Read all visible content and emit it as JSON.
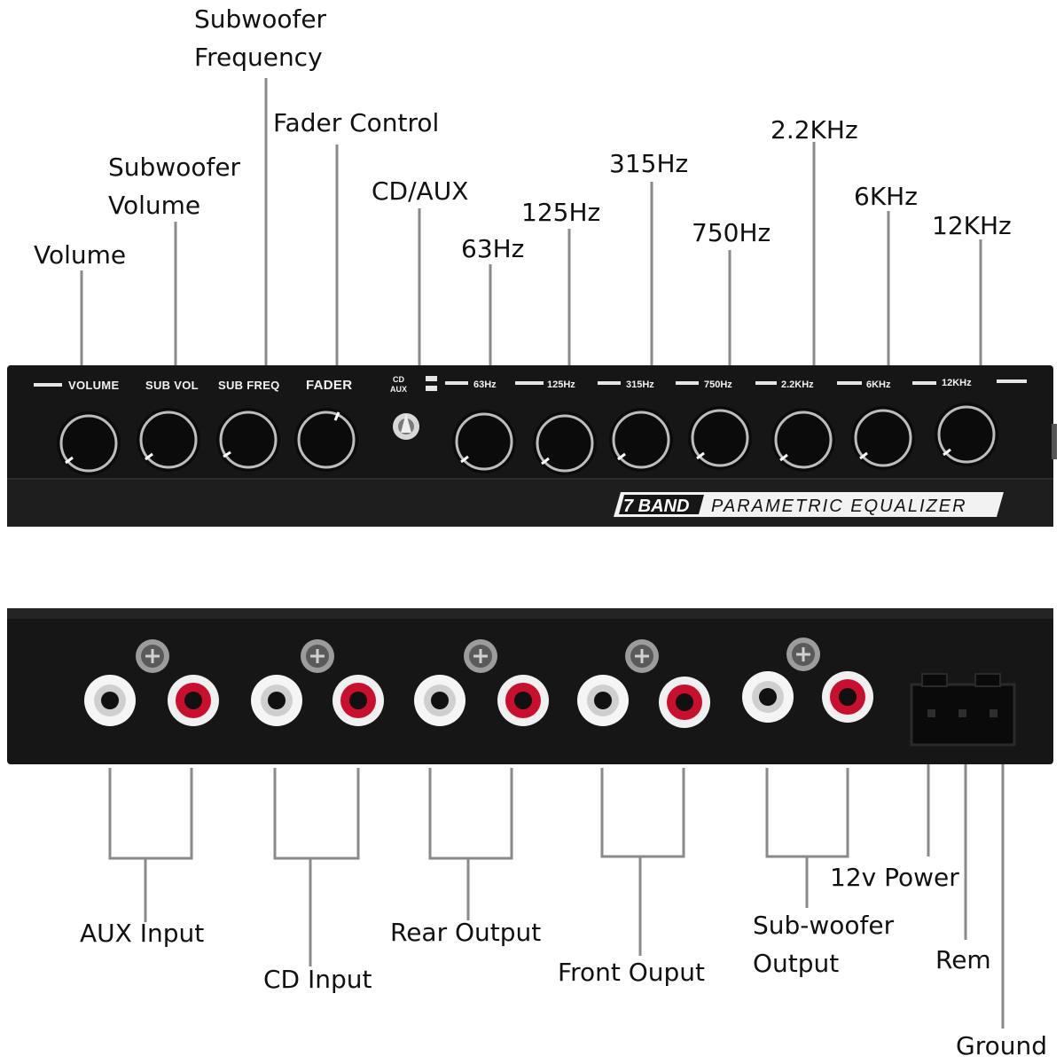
{
  "front_callouts": {
    "volume": "Volume",
    "sub_volume_1": "Subwoofer",
    "sub_volume_2": "Volume",
    "sub_freq_1": "Subwoofer",
    "sub_freq_2": "Frequency",
    "fader": "Fader Control",
    "cd_aux": "CD/AUX",
    "hz63": "63Hz",
    "hz125": "125Hz",
    "hz315": "315Hz",
    "hz750": "750Hz",
    "khz2_2": "2.2KHz",
    "khz6": "6KHz",
    "khz12": "12KHz"
  },
  "front_panel": {
    "volume": "VOLUME",
    "sub_vol": "SUB VOL",
    "sub_freq": "SUB FREQ",
    "fader": "FADER",
    "cd": "CD",
    "aux": "AUX",
    "hz63": "63Hz",
    "hz125": "125Hz",
    "hz315": "315Hz",
    "hz750": "750Hz",
    "khz2_2": "2.2KHz",
    "khz6": "6KHz",
    "khz12": "12KHz",
    "brand_bold": "7 BAND",
    "brand_rest": "PARAMETRIC EQUALIZER"
  },
  "rear_callouts": {
    "aux_input": "AUX Input",
    "cd_input": "CD Input",
    "rear_output": "Rear Output",
    "front_output": "Front Ouput",
    "sub_out_1": "Sub-woofer",
    "sub_out_2": "Output",
    "power": "12v Power",
    "rem": "Rem",
    "ground": "Ground"
  },
  "colors": {
    "panel": "#161616",
    "rca_red": "#c8102e",
    "rca_white": "#f5f5f5",
    "lead_line": "#8a8a8a"
  }
}
